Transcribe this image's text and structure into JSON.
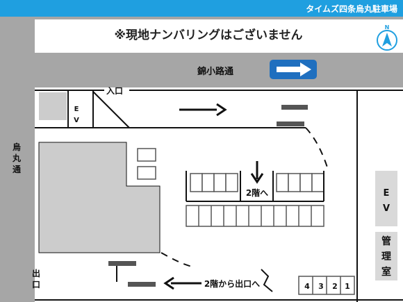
{
  "header": {
    "title": "タイムズ四条烏丸駐車場",
    "bg_color": "#1f9fe0",
    "text_color": "#ffffff"
  },
  "notice": "※現地ナンバリングはございません",
  "compass": {
    "letter": "N",
    "icon": "north-arrow-icon",
    "color": "#1f9fe0"
  },
  "streets": {
    "top": "錦小路通",
    "left": "烏丸通",
    "left_chars": [
      "烏",
      "丸",
      "通"
    ],
    "road_color": "#a6a6a6"
  },
  "direction_sign": {
    "icon": "right-arrow-icon",
    "bg_color": "#1f6fbf"
  },
  "labels": {
    "entrance": "入口",
    "exit": "出口",
    "exit_chars": [
      "出",
      "口"
    ],
    "ev_small": "E V",
    "ev_small_chars": [
      "E",
      "V"
    ],
    "to_2f": "2階へ",
    "from_2f_exit": "2階から出口へ",
    "ev_right_chars": [
      "E",
      "V"
    ],
    "office_chars": [
      "管",
      "理",
      "室"
    ]
  },
  "numbered_spaces": [
    "4",
    "3",
    "2",
    "1"
  ],
  "colors": {
    "building": "#cccccc",
    "gate_bar": "#555555",
    "box": "#d9d9d9"
  }
}
